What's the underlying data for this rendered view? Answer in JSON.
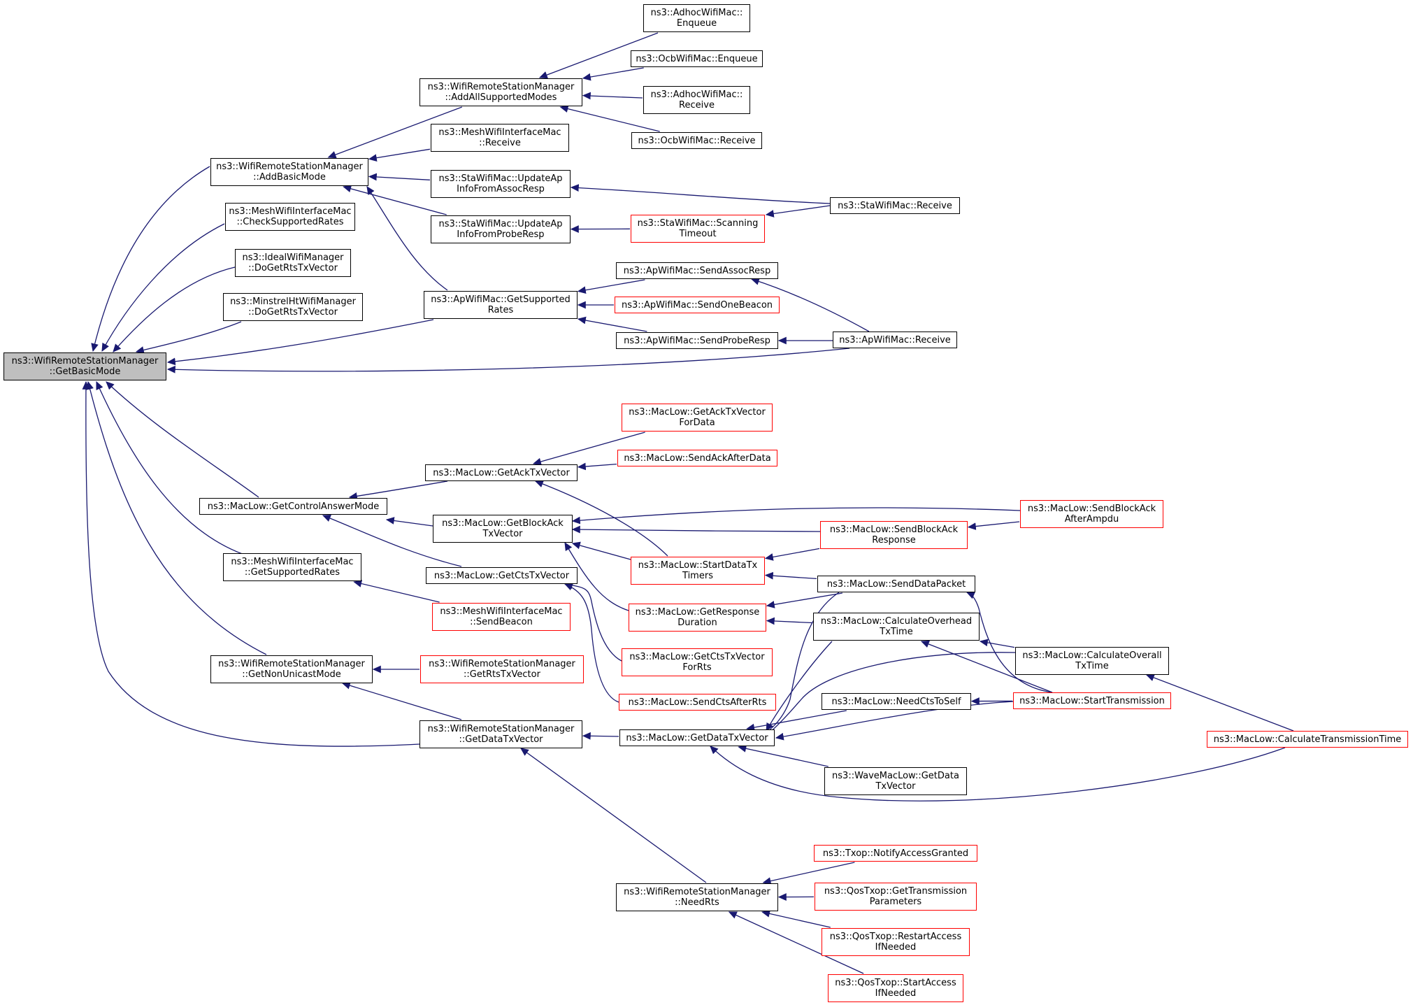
{
  "colors": {
    "edge": "#191970",
    "node_border": "#000000",
    "truncated_border": "#ff0000",
    "root_fill": "#bfbfbf",
    "background": "#ffffff"
  },
  "nodes": [
    {
      "id": "root",
      "lines": [
        "ns3::WifiRemoteStationManager",
        "::GetBasicMode"
      ],
      "style": "root"
    },
    {
      "id": "addBasicMode",
      "lines": [
        "ns3::WifiRemoteStationManager",
        "::AddBasicMode"
      ],
      "style": "normal"
    },
    {
      "id": "meshCheckRates",
      "lines": [
        "ns3::MeshWifiInterfaceMac",
        "::CheckSupportedRates"
      ],
      "style": "normal"
    },
    {
      "id": "idealDoGetRts",
      "lines": [
        "ns3::IdealWifiManager",
        "::DoGetRtsTxVector"
      ],
      "style": "normal"
    },
    {
      "id": "minstrelDoGetRts",
      "lines": [
        "ns3::MinstrelHtWifiManager",
        "::DoGetRtsTxVector"
      ],
      "style": "normal"
    },
    {
      "id": "getControlAnswerMode",
      "lines": [
        "ns3::MacLow::GetControlAnswerMode"
      ],
      "style": "normal"
    },
    {
      "id": "meshGetSupportedRates",
      "lines": [
        "ns3::MeshWifiInterfaceMac",
        "::GetSupportedRates"
      ],
      "style": "normal"
    },
    {
      "id": "getNonUnicastMode",
      "lines": [
        "ns3::WifiRemoteStationManager",
        "::GetNonUnicastMode"
      ],
      "style": "normal"
    },
    {
      "id": "addAllSupportedModes",
      "lines": [
        "ns3::WifiRemoteStationManager",
        "::AddAllSupportedModes"
      ],
      "style": "normal"
    },
    {
      "id": "meshReceive",
      "lines": [
        "ns3::MeshWifiInterfaceMac",
        "::Receive"
      ],
      "style": "normal"
    },
    {
      "id": "staUpdateAssoc",
      "lines": [
        "ns3::StaWifiMac::UpdateAp",
        "InfoFromAssocResp"
      ],
      "style": "normal"
    },
    {
      "id": "staUpdateProbe",
      "lines": [
        "ns3::StaWifiMac::UpdateAp",
        "InfoFromProbeResp"
      ],
      "style": "normal"
    },
    {
      "id": "apGetSupportedRates",
      "lines": [
        "ns3::ApWifiMac::GetSupported",
        "Rates"
      ],
      "style": "normal"
    },
    {
      "id": "getAckTxVector",
      "lines": [
        "ns3::MacLow::GetAckTxVector"
      ],
      "style": "normal"
    },
    {
      "id": "getBlockAckTxVector",
      "lines": [
        "ns3::MacLow::GetBlockAck",
        "TxVector"
      ],
      "style": "normal"
    },
    {
      "id": "getCtsTxVector",
      "lines": [
        "ns3::MacLow::GetCtsTxVector"
      ],
      "style": "normal"
    },
    {
      "id": "meshSendBeacon",
      "lines": [
        "ns3::MeshWifiInterfaceMac",
        "::SendBeacon"
      ],
      "style": "truncated"
    },
    {
      "id": "getRtsTxVector",
      "lines": [
        "ns3::WifiRemoteStationManager",
        "::GetRtsTxVector"
      ],
      "style": "truncated"
    },
    {
      "id": "getDataTxVectorWRSM",
      "lines": [
        "ns3::WifiRemoteStationManager",
        "::GetDataTxVector"
      ],
      "style": "normal"
    },
    {
      "id": "adhocEnqueue",
      "lines": [
        "ns3::AdhocWifiMac::",
        "Enqueue"
      ],
      "style": "normal"
    },
    {
      "id": "ocbEnqueue",
      "lines": [
        "ns3::OcbWifiMac::Enqueue"
      ],
      "style": "normal"
    },
    {
      "id": "adhocReceive",
      "lines": [
        "ns3::AdhocWifiMac::",
        "Receive"
      ],
      "style": "normal"
    },
    {
      "id": "ocbReceive",
      "lines": [
        "ns3::OcbWifiMac::Receive"
      ],
      "style": "normal"
    },
    {
      "id": "staScanningTimeout",
      "lines": [
        "ns3::StaWifiMac::Scanning",
        "Timeout"
      ],
      "style": "truncated"
    },
    {
      "id": "apSendAssocResp",
      "lines": [
        "ns3::ApWifiMac::SendAssocResp"
      ],
      "style": "normal"
    },
    {
      "id": "apSendOneBeacon",
      "lines": [
        "ns3::ApWifiMac::SendOneBeacon"
      ],
      "style": "truncated"
    },
    {
      "id": "apSendProbeResp",
      "lines": [
        "ns3::ApWifiMac::SendProbeResp"
      ],
      "style": "normal"
    },
    {
      "id": "getAckTxVectorForData",
      "lines": [
        "ns3::MacLow::GetAckTxVector",
        "ForData"
      ],
      "style": "truncated"
    },
    {
      "id": "sendAckAfterData",
      "lines": [
        "ns3::MacLow::SendAckAfterData"
      ],
      "style": "truncated"
    },
    {
      "id": "startDataTxTimers",
      "lines": [
        "ns3::MacLow::StartDataTx",
        "Timers"
      ],
      "style": "truncated"
    },
    {
      "id": "getResponseDuration",
      "lines": [
        "ns3::MacLow::GetResponse",
        "Duration"
      ],
      "style": "truncated"
    },
    {
      "id": "getCtsTxVectorForRts",
      "lines": [
        "ns3::MacLow::GetCtsTxVector",
        "ForRts"
      ],
      "style": "truncated"
    },
    {
      "id": "sendCtsAfterRts",
      "lines": [
        "ns3::MacLow::SendCtsAfterRts"
      ],
      "style": "truncated"
    },
    {
      "id": "getDataTxVectorMacLow",
      "lines": [
        "ns3::MacLow::GetDataTxVector"
      ],
      "style": "normal"
    },
    {
      "id": "needRts",
      "lines": [
        "ns3::WifiRemoteStationManager",
        "::NeedRts"
      ],
      "style": "normal"
    },
    {
      "id": "staReceive",
      "lines": [
        "ns3::StaWifiMac::Receive"
      ],
      "style": "normal"
    },
    {
      "id": "apReceive",
      "lines": [
        "ns3::ApWifiMac::Receive"
      ],
      "style": "normal"
    },
    {
      "id": "sendBlockAckResponse",
      "lines": [
        "ns3::MacLow::SendBlockAck",
        "Response"
      ],
      "style": "truncated"
    },
    {
      "id": "sendDataPacket",
      "lines": [
        "ns3::MacLow::SendDataPacket"
      ],
      "style": "normal"
    },
    {
      "id": "calculateOverheadTxTime",
      "lines": [
        "ns3::MacLow::CalculateOverhead",
        "TxTime"
      ],
      "style": "normal"
    },
    {
      "id": "needCtsToSelf",
      "lines": [
        "ns3::MacLow::NeedCtsToSelf"
      ],
      "style": "normal"
    },
    {
      "id": "waveGetDataTxVector",
      "lines": [
        "ns3::WaveMacLow::GetData",
        "TxVector"
      ],
      "style": "normal"
    },
    {
      "id": "txopNotifyAccessGranted",
      "lines": [
        "ns3::Txop::NotifyAccessGranted"
      ],
      "style": "truncated"
    },
    {
      "id": "qosGetTransmissionParameters",
      "lines": [
        "ns3::QosTxop::GetTransmission",
        "Parameters"
      ],
      "style": "truncated"
    },
    {
      "id": "qosRestartAccessIfNeeded",
      "lines": [
        "ns3::QosTxop::RestartAccess",
        "IfNeeded"
      ],
      "style": "truncated"
    },
    {
      "id": "qosStartAccessIfNeeded",
      "lines": [
        "ns3::QosTxop::StartAccess",
        "IfNeeded"
      ],
      "style": "truncated"
    },
    {
      "id": "sendBlockAckAfterAmpdu",
      "lines": [
        "ns3::MacLow::SendBlockAck",
        "AfterAmpdu"
      ],
      "style": "truncated"
    },
    {
      "id": "calculateOverallTxTime",
      "lines": [
        "ns3::MacLow::CalculateOverall",
        "TxTime"
      ],
      "style": "normal"
    },
    {
      "id": "startTransmission",
      "lines": [
        "ns3::MacLow::StartTransmission"
      ],
      "style": "truncated"
    },
    {
      "id": "calculateTransmissionTime",
      "lines": [
        "ns3::MacLow::CalculateTransmissionTime"
      ],
      "style": "truncated"
    }
  ],
  "edges": [
    {
      "from": "addBasicMode",
      "to": "root"
    },
    {
      "from": "meshCheckRates",
      "to": "root"
    },
    {
      "from": "idealDoGetRts",
      "to": "root"
    },
    {
      "from": "minstrelDoGetRts",
      "to": "root"
    },
    {
      "from": "apGetSupportedRates",
      "to": "root"
    },
    {
      "from": "apReceive",
      "to": "root"
    },
    {
      "from": "getControlAnswerMode",
      "to": "root"
    },
    {
      "from": "meshGetSupportedRates",
      "to": "root"
    },
    {
      "from": "getNonUnicastMode",
      "to": "root"
    },
    {
      "from": "getDataTxVectorWRSM",
      "to": "root"
    },
    {
      "from": "addAllSupportedModes",
      "to": "addBasicMode"
    },
    {
      "from": "meshReceive",
      "to": "addBasicMode"
    },
    {
      "from": "staUpdateAssoc",
      "to": "addBasicMode"
    },
    {
      "from": "staUpdateProbe",
      "to": "addBasicMode"
    },
    {
      "from": "apGetSupportedRates",
      "to": "addBasicMode"
    },
    {
      "from": "adhocEnqueue",
      "to": "addAllSupportedModes"
    },
    {
      "from": "ocbEnqueue",
      "to": "addAllSupportedModes"
    },
    {
      "from": "adhocReceive",
      "to": "addAllSupportedModes"
    },
    {
      "from": "ocbReceive",
      "to": "addAllSupportedModes"
    },
    {
      "from": "staReceive",
      "to": "staUpdateAssoc"
    },
    {
      "from": "staScanningTimeout",
      "to": "staUpdateProbe"
    },
    {
      "from": "staReceive",
      "to": "staScanningTimeout"
    },
    {
      "from": "apSendAssocResp",
      "to": "apGetSupportedRates"
    },
    {
      "from": "apSendOneBeacon",
      "to": "apGetSupportedRates"
    },
    {
      "from": "apSendProbeResp",
      "to": "apGetSupportedRates"
    },
    {
      "from": "apReceive",
      "to": "apSendAssocResp"
    },
    {
      "from": "apReceive",
      "to": "apSendProbeResp"
    },
    {
      "from": "getAckTxVector",
      "to": "getControlAnswerMode"
    },
    {
      "from": "getBlockAckTxVector",
      "to": "getControlAnswerMode"
    },
    {
      "from": "getCtsTxVector",
      "to": "getControlAnswerMode"
    },
    {
      "from": "getAckTxVectorForData",
      "to": "getAckTxVector"
    },
    {
      "from": "sendAckAfterData",
      "to": "getAckTxVector"
    },
    {
      "from": "startDataTxTimers",
      "to": "getAckTxVector"
    },
    {
      "from": "sendBlockAckAfterAmpdu",
      "to": "getBlockAckTxVector"
    },
    {
      "from": "sendBlockAckResponse",
      "to": "getBlockAckTxVector"
    },
    {
      "from": "startDataTxTimers",
      "to": "getBlockAckTxVector"
    },
    {
      "from": "getResponseDuration",
      "to": "getBlockAckTxVector"
    },
    {
      "from": "getCtsTxVectorForRts",
      "to": "getCtsTxVector"
    },
    {
      "from": "sendCtsAfterRts",
      "to": "getCtsTxVector"
    },
    {
      "from": "sendBlockAckAfterAmpdu",
      "to": "sendBlockAckResponse"
    },
    {
      "from": "sendBlockAckResponse",
      "to": "startDataTxTimers"
    },
    {
      "from": "sendDataPacket",
      "to": "startDataTxTimers"
    },
    {
      "from": "sendDataPacket",
      "to": "getResponseDuration"
    },
    {
      "from": "calculateOverheadTxTime",
      "to": "getResponseDuration"
    },
    {
      "from": "meshSendBeacon",
      "to": "meshGetSupportedRates"
    },
    {
      "from": "getRtsTxVector",
      "to": "getNonUnicastMode"
    },
    {
      "from": "getDataTxVectorWRSM",
      "to": "getNonUnicastMode"
    },
    {
      "from": "getDataTxVectorMacLow",
      "to": "getDataTxVectorWRSM"
    },
    {
      "from": "needRts",
      "to": "getDataTxVectorWRSM"
    },
    {
      "from": "sendDataPacket",
      "to": "getDataTxVectorMacLow"
    },
    {
      "from": "calculateOverheadTxTime",
      "to": "getDataTxVectorMacLow"
    },
    {
      "from": "calculateOverallTxTime",
      "to": "getDataTxVectorMacLow"
    },
    {
      "from": "needCtsToSelf",
      "to": "getDataTxVectorMacLow"
    },
    {
      "from": "startTransmission",
      "to": "getDataTxVectorMacLow"
    },
    {
      "from": "waveGetDataTxVector",
      "to": "getDataTxVectorMacLow"
    },
    {
      "from": "calculateTransmissionTime",
      "to": "getDataTxVectorMacLow"
    },
    {
      "from": "startTransmission",
      "to": "sendDataPacket"
    },
    {
      "from": "calculateOverallTxTime",
      "to": "calculateOverheadTxTime"
    },
    {
      "from": "startTransmission",
      "to": "calculateOverheadTxTime"
    },
    {
      "from": "startTransmission",
      "to": "needCtsToSelf"
    },
    {
      "from": "calculateTransmissionTime",
      "to": "calculateOverallTxTime"
    },
    {
      "from": "txopNotifyAccessGranted",
      "to": "needRts"
    },
    {
      "from": "qosGetTransmissionParameters",
      "to": "needRts"
    },
    {
      "from": "qosRestartAccessIfNeeded",
      "to": "needRts"
    },
    {
      "from": "qosStartAccessIfNeeded",
      "to": "needRts"
    }
  ]
}
